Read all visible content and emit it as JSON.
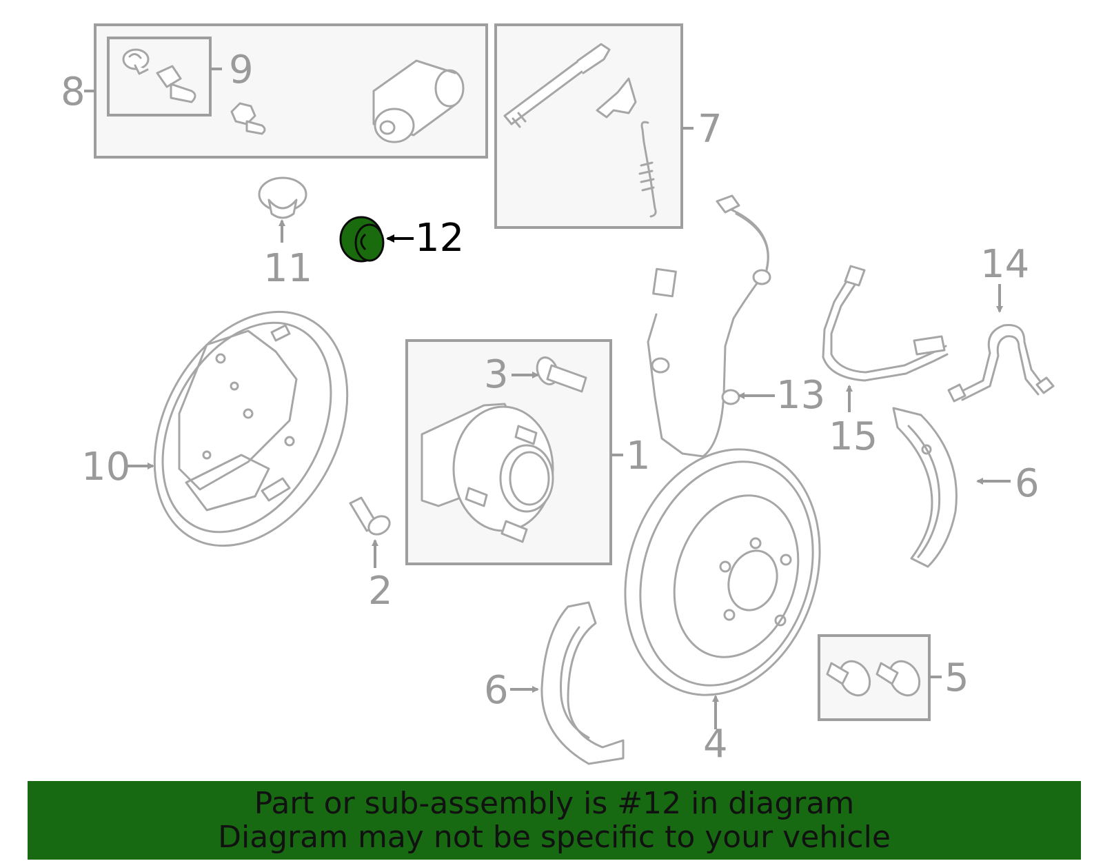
{
  "callouts": {
    "c1": "1",
    "c2": "2",
    "c3": "3",
    "c4": "4",
    "c5": "5",
    "c6a": "6",
    "c6b": "6",
    "c7": "7",
    "c8": "8",
    "c9": "9",
    "c10": "10",
    "c11": "11",
    "c12": "12",
    "c13": "13",
    "c14": "14",
    "c15": "15"
  },
  "highlight": {
    "part_number": "12",
    "color": "#1a6b0d"
  },
  "banner": {
    "line1": "Part or sub-assembly is #12 in diagram",
    "line2": "Diagram may not be specific to your vehicle",
    "background": "#186a12"
  }
}
